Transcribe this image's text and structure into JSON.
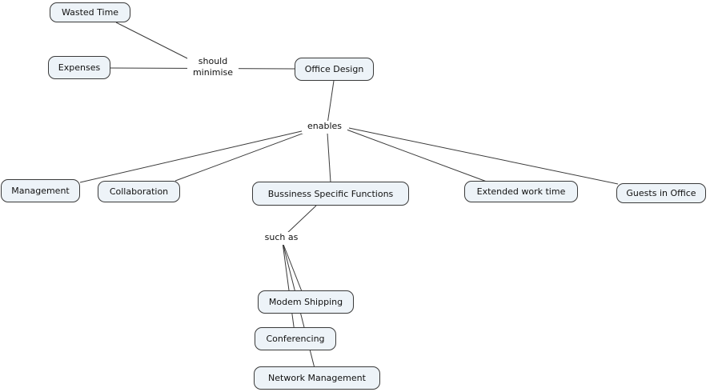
{
  "concepts": {
    "wasted_time": "Wasted Time",
    "expenses": "Expenses",
    "office_design": "Office Design",
    "management": "Management",
    "collaboration": "Collaboration",
    "bussiness_specific_functions": "Bussiness Specific Functions",
    "extended_work_time": "Extended work time",
    "guests_in_office": "Guests in Office",
    "modem_shipping": "Modem Shipping",
    "conferencing": "Conferencing",
    "network_management": "Network Management"
  },
  "link_labels": {
    "should_minimise_line1": "should",
    "should_minimise_line2": "minimise",
    "enables": "enables",
    "such_as": "such as"
  },
  "links": [
    {
      "from": [
        "Wasted Time",
        "Expenses"
      ],
      "label": "should minimise",
      "to": [
        "Office Design"
      ]
    },
    {
      "from": [
        "Office Design"
      ],
      "label": "enables",
      "to": [
        "Management",
        "Collaboration",
        "Bussiness Specific Functions",
        "Extended work time",
        "Guests in Office"
      ]
    },
    {
      "from": [
        "Bussiness Specific Functions"
      ],
      "label": "such as",
      "to": [
        "Modem Shipping",
        "Conferencing",
        "Network Management"
      ]
    }
  ],
  "colors": {
    "background": "#ffffff",
    "node_fill": "#edf3f8",
    "node_border": "#3a3a3a",
    "link_line": "#3a3a3a",
    "text": "#111111"
  }
}
